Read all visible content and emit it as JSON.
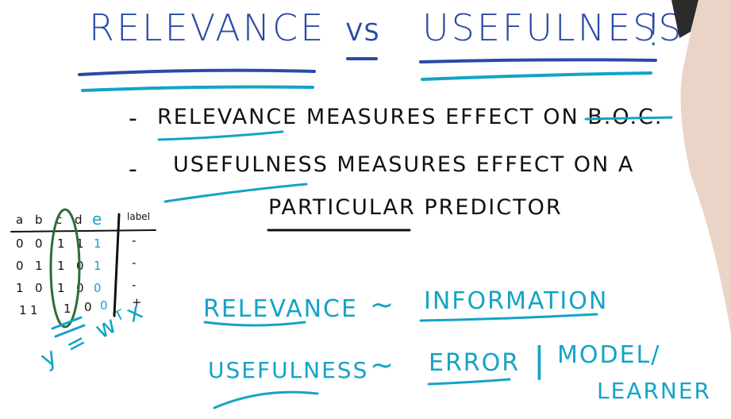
{
  "title": {
    "left": "Relevance",
    "vs": "vs",
    "right": "Usefulness",
    "mark": "!"
  },
  "bullets": [
    {
      "dash": "-",
      "text": "Relevance Measures Effect on B.O.C."
    },
    {
      "dash": "-",
      "text": "Usefulness Measures Effect on a"
    },
    {
      "dash": "",
      "text": "Particular Predictor"
    }
  ],
  "table": {
    "headers": [
      "a",
      "b",
      "c",
      "d",
      "e",
      "label"
    ],
    "rows": [
      [
        "0",
        "0",
        "1",
        "1",
        "1",
        "-"
      ],
      [
        "0",
        "1",
        "1",
        "0",
        "1",
        "-"
      ],
      [
        "1",
        "0",
        "1",
        "0",
        "0",
        "-"
      ],
      [
        "1",
        "1",
        "1",
        "0",
        "0",
        "+"
      ]
    ]
  },
  "equation": "y = wᵀx",
  "relations": [
    {
      "left": "Relevance",
      "tilde": "~",
      "right": "Information"
    },
    {
      "left": "Usefulness",
      "tilde": "~",
      "right": "Error",
      "bar": "|",
      "extra1": "Model/",
      "extra2": "Learner"
    }
  ],
  "colors": {
    "title": "#2a4aa8",
    "body": "#111111",
    "accent": "#14a3c7",
    "circle": "#2f6b3a"
  }
}
